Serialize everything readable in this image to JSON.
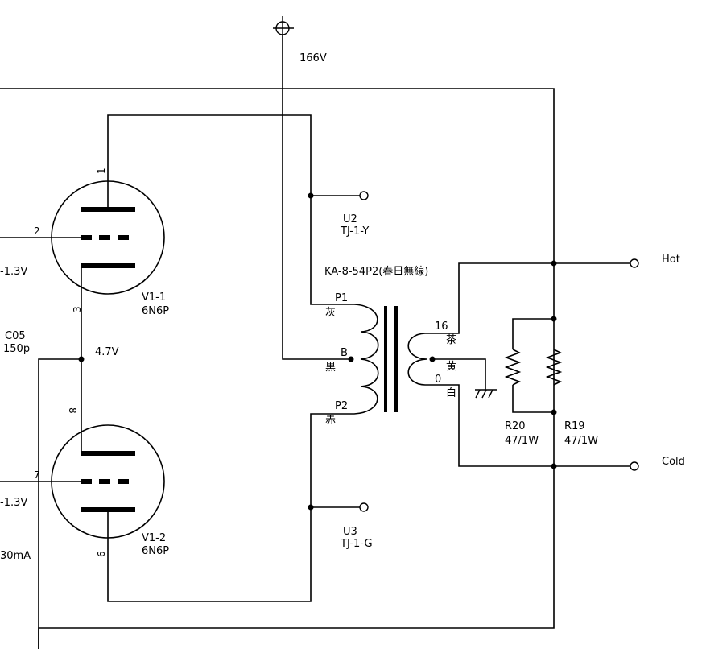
{
  "supply": {
    "voltage": "166V"
  },
  "tubes": [
    {
      "ref": "V1-1",
      "type": "6N6P",
      "pins": {
        "plate": "1",
        "grid": "2",
        "cathode": "3"
      },
      "grid_bias": "-1.3V"
    },
    {
      "ref": "V1-2",
      "type": "6N6P",
      "pins": {
        "plate": "6",
        "grid": "7",
        "cathode": "8"
      },
      "grid_bias": "-1.3V"
    }
  ],
  "cathode_node": {
    "voltage": "4.7V"
  },
  "capacitor": {
    "ref": "C05",
    "value": "150p"
  },
  "current_label": "30mA",
  "output_transformer": {
    "model": "KA-8-54P2(春日無線)",
    "primary": [
      {
        "tap": "P1",
        "color": "灰"
      },
      {
        "tap": "B",
        "color": "黒"
      },
      {
        "tap": "P2",
        "color": "赤"
      }
    ],
    "secondary": [
      {
        "tap": "16",
        "color": "茶"
      },
      {
        "tap": "",
        "color": "黄"
      },
      {
        "tap": "0",
        "color": "白"
      }
    ]
  },
  "test_points": [
    {
      "ref": "U2",
      "type": "TJ-1-Y"
    },
    {
      "ref": "U3",
      "type": "TJ-1-G"
    }
  ],
  "resistors": [
    {
      "ref": "R20",
      "value": "47/1W"
    },
    {
      "ref": "R19",
      "value": "47/1W"
    }
  ],
  "outputs": {
    "hot": "Hot",
    "cold": "Cold"
  }
}
